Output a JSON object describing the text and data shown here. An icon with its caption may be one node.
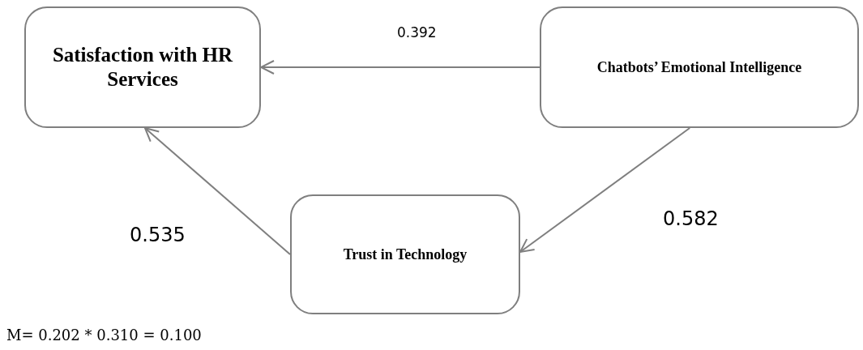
{
  "diagram": {
    "nodes": [
      {
        "text": [
          "Satisfaction with HR Services"
        ]
      },
      {
        "text": [
          "Chatbots’ Emotional Intelligence"
        ]
      },
      {
        "text": [
          "Trust in Technology"
        ]
      }
    ],
    "edges": [
      {
        "from": 1,
        "to": 0,
        "arrow": "to",
        "label": "0.392"
      },
      {
        "from": 1,
        "to": 2,
        "arrow": "to",
        "label": "0.582"
      },
      {
        "from": 2,
        "to": 0,
        "arrow": "to",
        "label": "0.535"
      }
    ],
    "labels": [
      "M= 0.202 * 0.310 = 0.100"
    ]
  }
}
